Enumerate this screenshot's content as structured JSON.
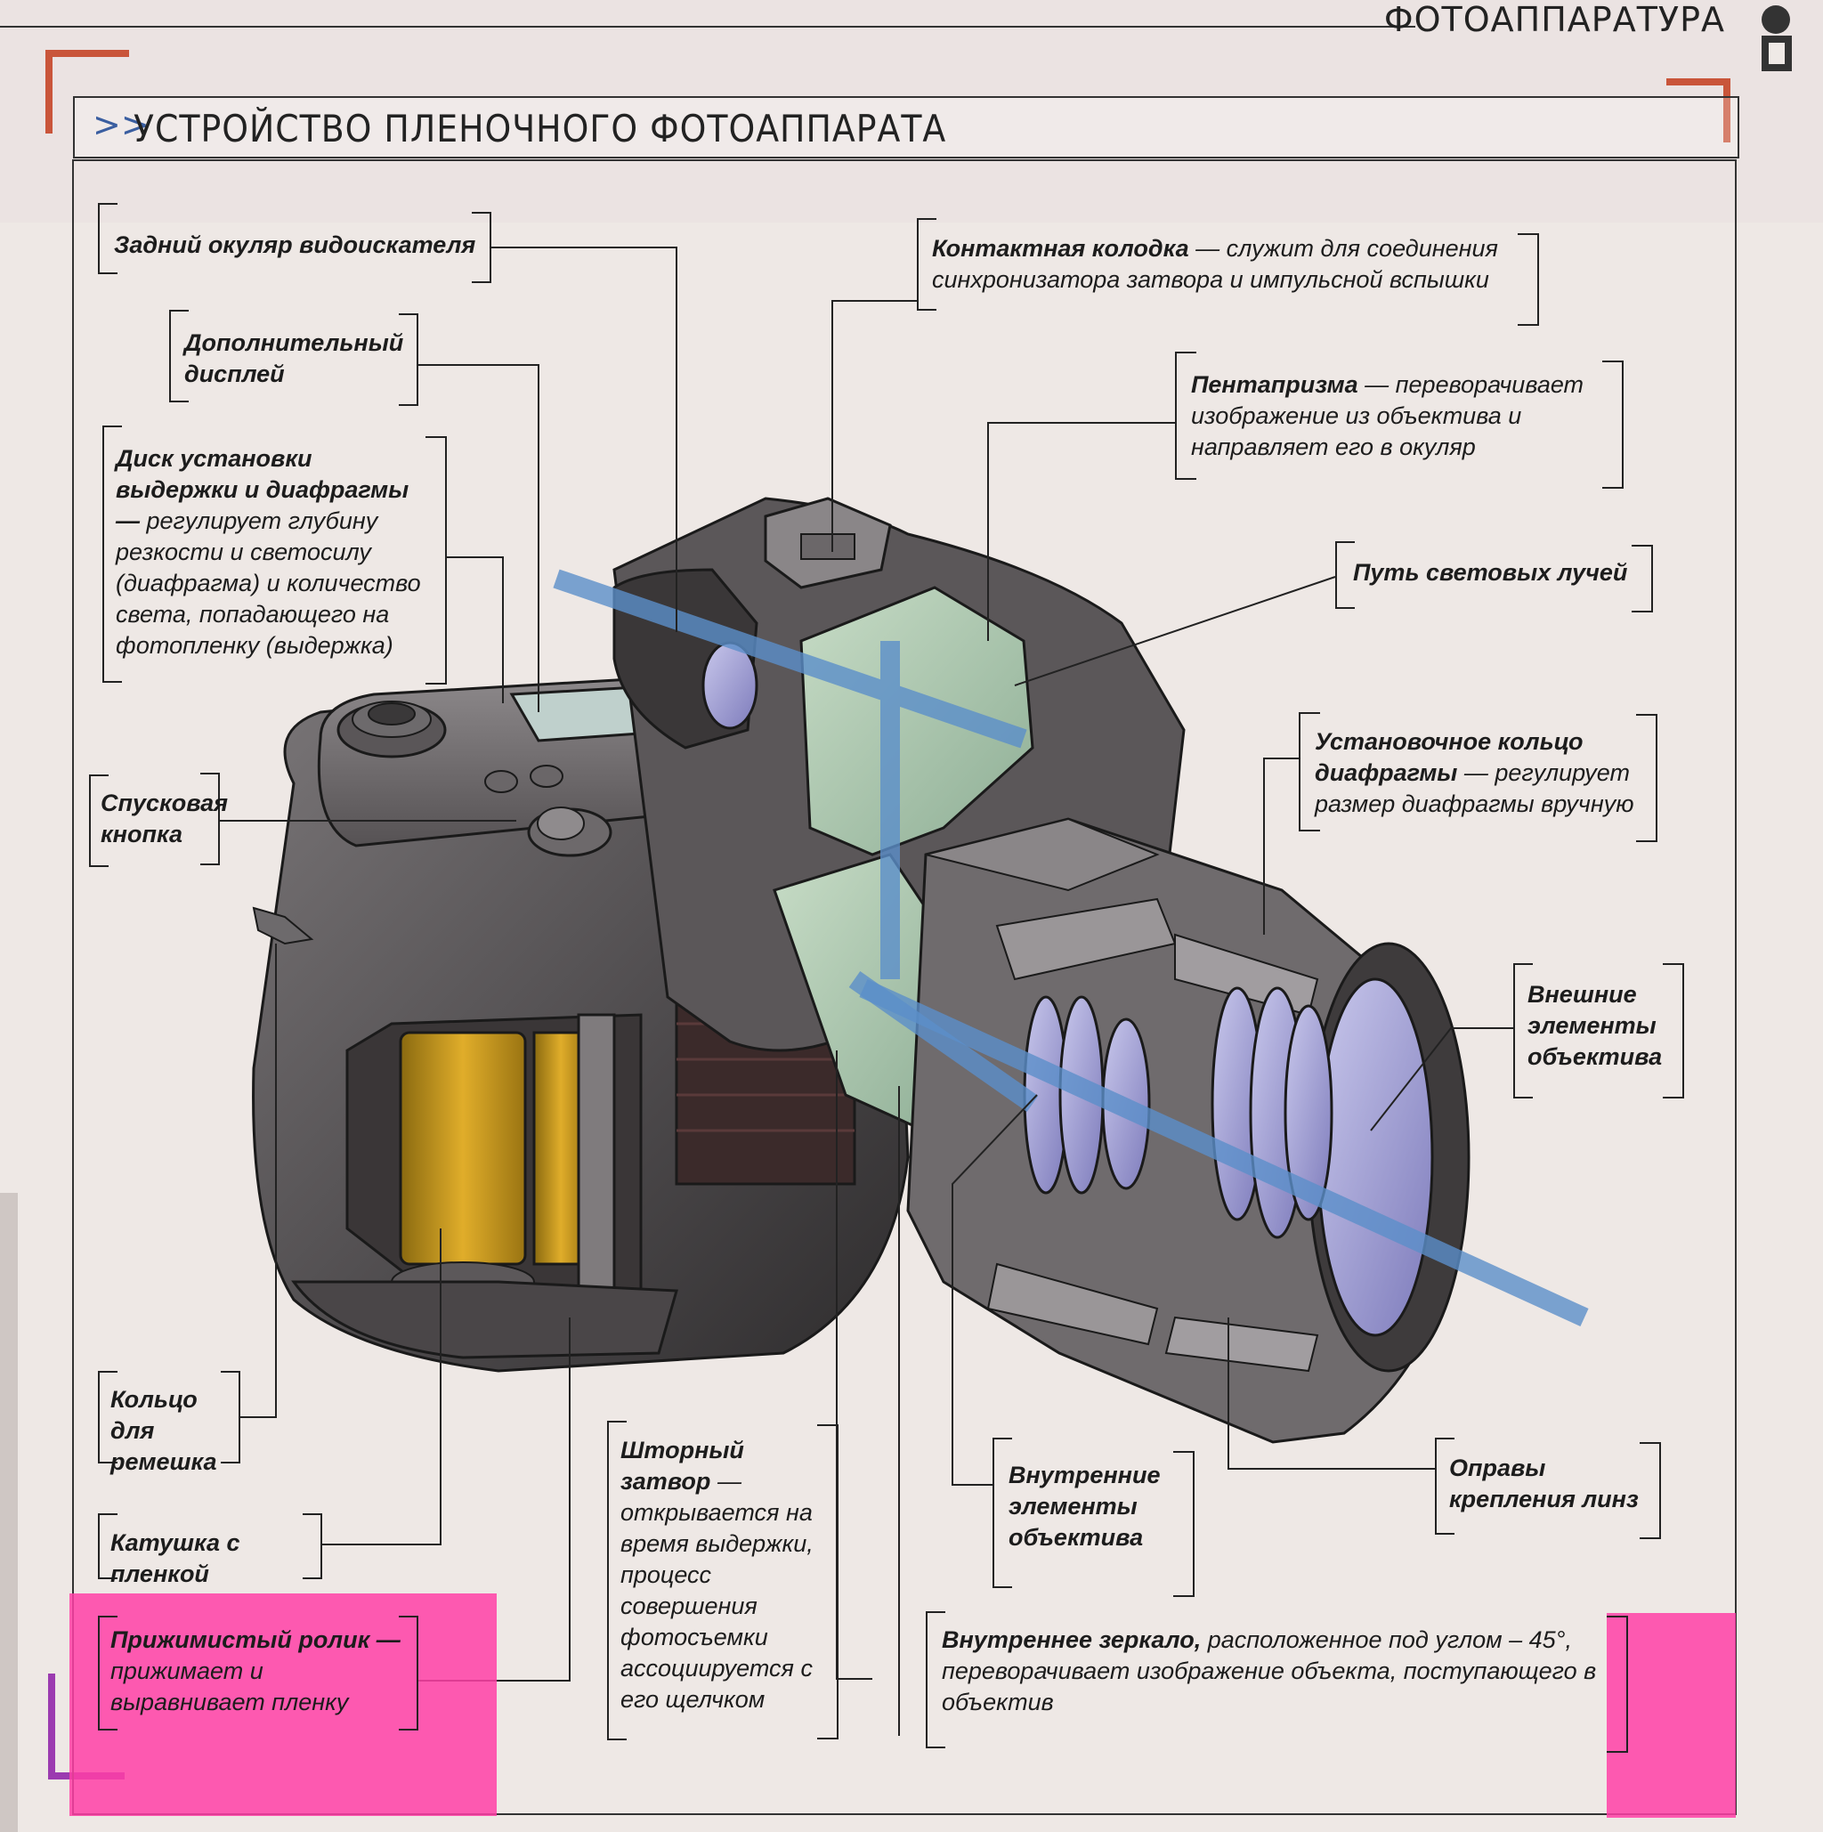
{
  "header": {
    "section": "ФОТОАППАРАТУРА"
  },
  "title": {
    "arrows": ">>",
    "text": "УСТРОЙСТВО ПЛЕНОЧНОГО ФОТОАППАРАТА"
  },
  "labels": {
    "eyepiece": {
      "title": "Задний окуляр видоискателя",
      "desc": ""
    },
    "display": {
      "title": "Дополнительный дисплей",
      "desc": ""
    },
    "dial": {
      "title": "Диск установки выдержки и диафрагмы —",
      "desc": "регулирует глубину резкости и светосилу (диафрагма) и количество света, попадающего на фотопленку (выдержка)"
    },
    "shutter_button": {
      "title": "Спусковая кнопка",
      "desc": ""
    },
    "strap_ring": {
      "title": "Кольцо для ремешка",
      "desc": ""
    },
    "film_spool": {
      "title": "Катушка с пленкой",
      "desc": ""
    },
    "pressure_roller": {
      "title": "Прижимистый ролик —",
      "desc": "прижимает и выравнивает пленку"
    },
    "curtain_shutter": {
      "title": "Шторный затвор",
      "desc": "— открывается на время выдержки, процесс совершения фотосъемки ассоциируется с его щелчком"
    },
    "hot_shoe": {
      "title": "Контактная колодка",
      "desc": "— служит для соединения синхронизатора затвора и импульсной вспышки"
    },
    "pentaprism": {
      "title": "Пентапризма",
      "desc": "— переворачивает изображение из объектива и направляет его в окуляр"
    },
    "light_path": {
      "title": "Путь световых лучей",
      "desc": ""
    },
    "aperture_ring": {
      "title": "Установочное кольцо диафрагмы",
      "desc": "— регулирует размер диафрагмы вручную"
    },
    "outer_elements": {
      "title": "Внешние элементы объектива",
      "desc": ""
    },
    "lens_mounts": {
      "title": "Оправы крепления линз",
      "desc": ""
    },
    "inner_elements": {
      "title": "Внутренние элементы объектива",
      "desc": ""
    },
    "mirror": {
      "title": "Внутреннее зеркало,",
      "desc": "расположенное под углом – 45°, переворачивает изображение объекта, поступающего в объектив"
    }
  },
  "colors": {
    "accent": "#3a5ea0",
    "pink": "#ff3fa7",
    "corner": "#c9553a",
    "lightpath": "#5b8fc9"
  }
}
